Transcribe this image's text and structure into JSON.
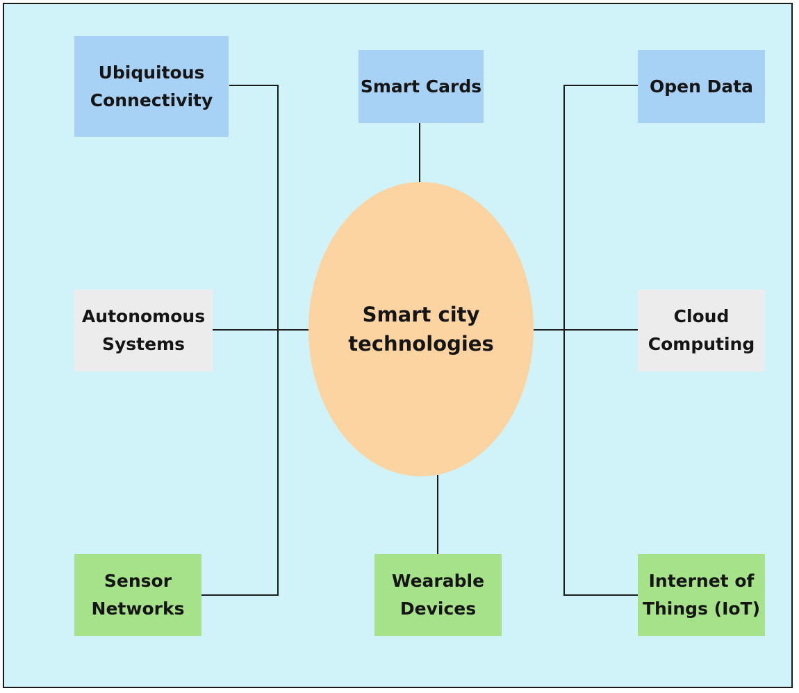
{
  "diagram": {
    "center": "Smart city\ntechnologies",
    "nodes": {
      "ubiquitous_connectivity": "Ubiquitous\nConnectivity",
      "smart_cards": "Smart Cards",
      "open_data": "Open Data",
      "autonomous_systems": "Autonomous\nSystems",
      "cloud_computing": "Cloud\nComputing",
      "sensor_networks": "Sensor\nNetworks",
      "wearable_devices": "Wearable\nDevices",
      "internet_of_things": "Internet of\nThings (IoT)"
    }
  },
  "colors": {
    "background": "#cff3f8",
    "center_fill": "#fcd4a2",
    "top_boxes": "#a8d2f5",
    "middle_boxes": "#ececec",
    "bottom_boxes": "#a6e28a",
    "lines": "#1a1a1a"
  }
}
